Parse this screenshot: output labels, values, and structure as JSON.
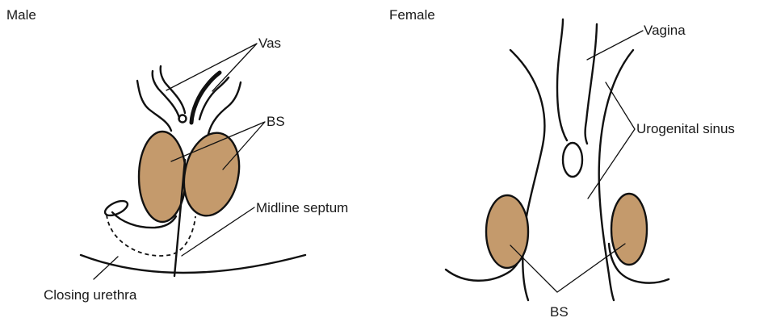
{
  "colors": {
    "gland_fill": "#C49A6C",
    "ink": "#111111"
  },
  "male": {
    "title": "Male",
    "labels": {
      "vas": "Vas",
      "bs": "BS",
      "midline_septum": "Midline septum",
      "closing_urethra": "Closing urethra"
    }
  },
  "female": {
    "title": "Female",
    "labels": {
      "vagina": "Vagina",
      "urogenital_sinus": "Urogenital sinus",
      "bs": "BS"
    }
  }
}
